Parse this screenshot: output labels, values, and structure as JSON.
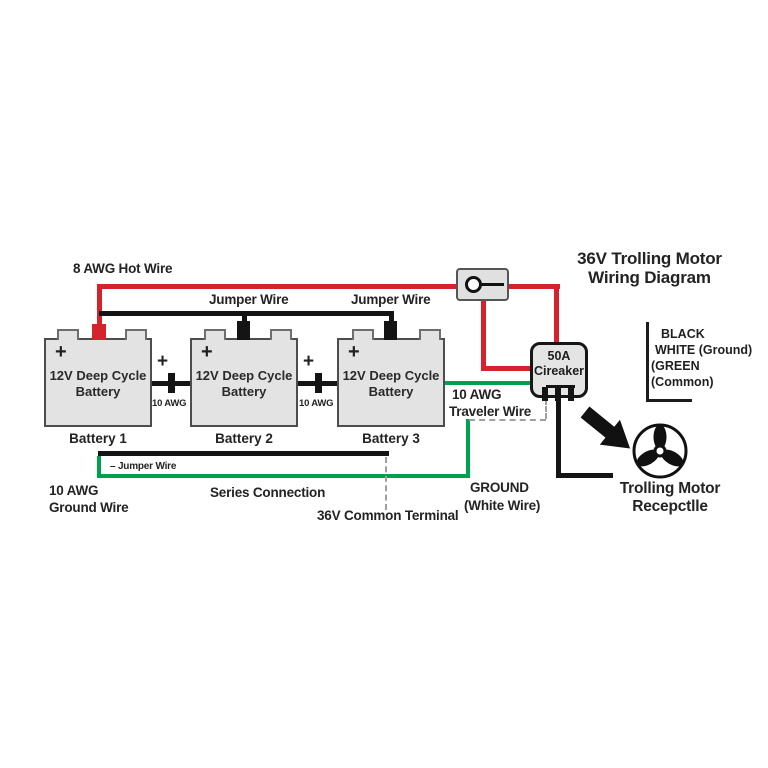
{
  "diagram": {
    "title_line1": "36V Trolling Motor",
    "title_line2": "Wiring Diagram"
  },
  "wires": {
    "hot_label": "8 AWG Hot Wire",
    "jumper1_label": "Jumper Wire",
    "jumper2_label": "Jumper Wire",
    "interconnect1_plus": "+",
    "interconnect1_gauge": "10 AWG",
    "interconnect2_plus": "+",
    "interconnect2_gauge": "10 AWG",
    "traveler_label_line1": "10 AWG",
    "traveler_label_line2": "Traveler Wire",
    "ground_label_line1": "10 AWG",
    "ground_label_line2": "Ground Wire",
    "neg_jumper_label": "– Jumper Wire",
    "series_label": "Series Connection",
    "common_terminal_label": "36V Common Terminal",
    "ground_white_line1": "GROUND",
    "ground_white_line2": "(White Wire)"
  },
  "batteries": [
    {
      "plus": "+",
      "line1": "12V Deep Cycle",
      "line2": "Battery",
      "name": "Battery 1"
    },
    {
      "plus": "+",
      "line1": "12V Deep Cycle",
      "line2": "Battery",
      "name": "Battery 2"
    },
    {
      "plus": "+",
      "line1": "12V Deep Cycle",
      "line2": "Battery",
      "name": "Battery 3"
    }
  ],
  "breaker": {
    "line1": "50A",
    "line2": "Cireaker"
  },
  "legend": {
    "lines": [
      "BLACK",
      "WHITE (Ground)",
      "(GREEN",
      "(Common)"
    ]
  },
  "motor": {
    "label_line1": "Trolling Motor",
    "label_line2": "Recepctlle"
  },
  "colors": {
    "hot_red": "#d6232b",
    "ground_green": "#00a14e",
    "wire_black": "#141414",
    "dash_gray": "#a0a0a0",
    "component_fill": "#e3e3e3",
    "component_border": "#4d4d4d",
    "text": "#232323"
  }
}
